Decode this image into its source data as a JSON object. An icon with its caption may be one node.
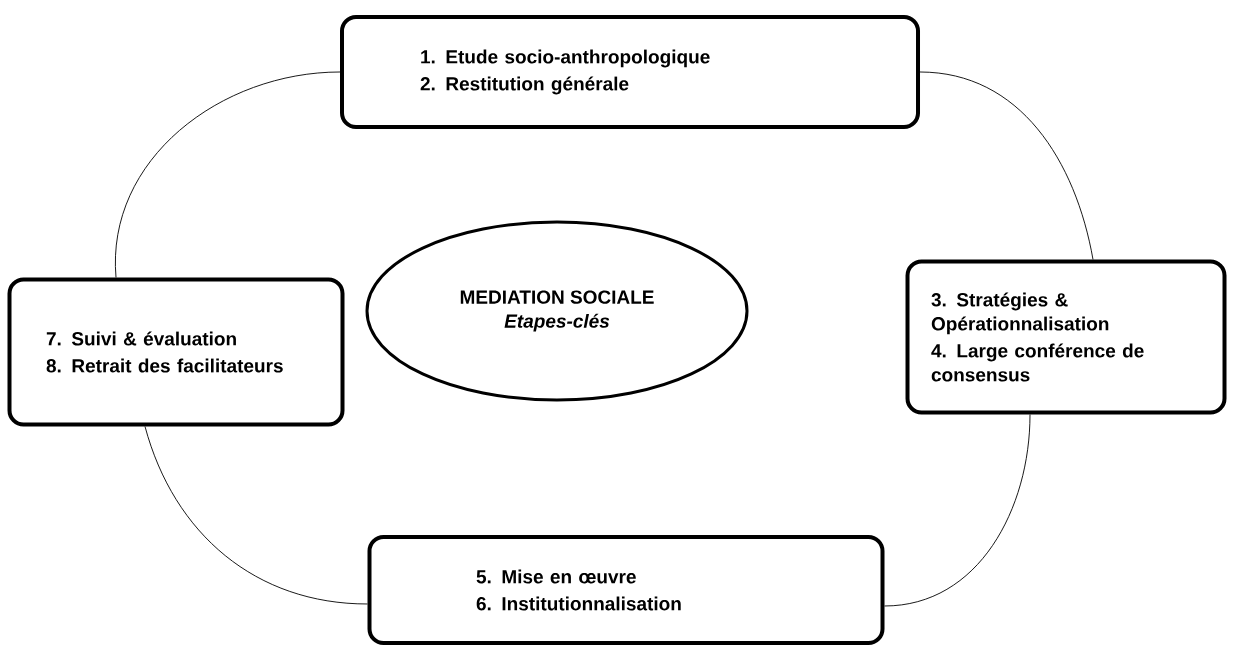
{
  "diagram": {
    "nodes": [
      {
        "text": [
          "1. Etude socio-anthropologique",
          "2. Restitution générale"
        ]
      },
      {
        "text": [
          "3. Stratégies & Opérationnalisation",
          "4. Large conférence de consensus"
        ]
      },
      {
        "text": [
          "5. Mise en œuvre",
          "6. Institutionnalisation"
        ]
      },
      {
        "text": [
          "7. Suivi & évaluation",
          "8. Retrait des facilitateurs"
        ]
      },
      {
        "text": [
          "MEDIATION SOCIALE",
          "Etapes-clés"
        ]
      }
    ],
    "edges": [
      {
        "from": 0,
        "to": 1,
        "arrow": "none"
      },
      {
        "from": 1,
        "to": 2,
        "arrow": "none"
      },
      {
        "from": 2,
        "to": 3,
        "arrow": "none"
      },
      {
        "from": 3,
        "to": 0,
        "arrow": "none"
      }
    ]
  }
}
